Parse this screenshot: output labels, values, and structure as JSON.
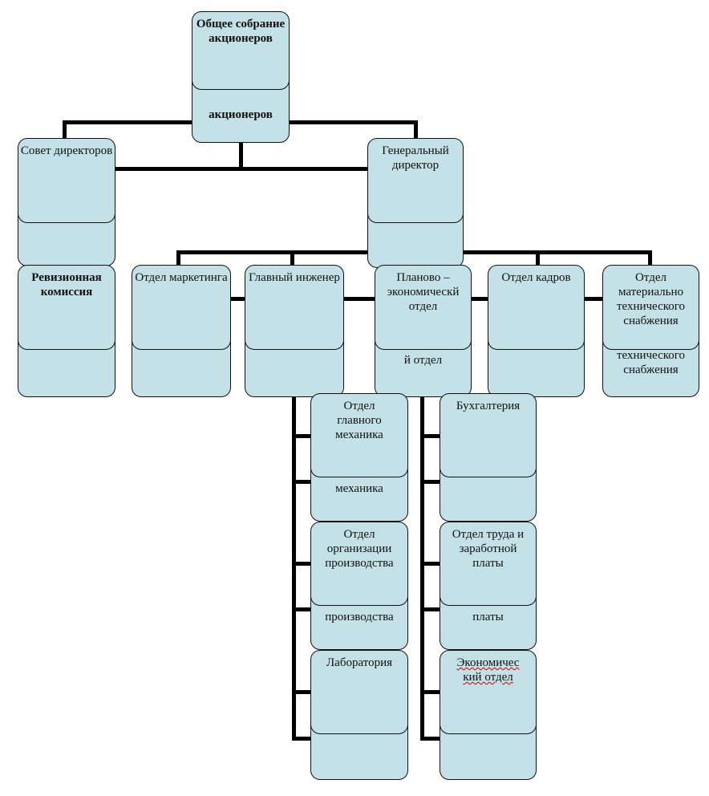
{
  "nodes": {
    "shareholders": {
      "label": "Общее собрание акционеров",
      "overflow": "акционеров"
    },
    "board": {
      "label": "Совет директоров"
    },
    "ceo": {
      "label": "Генеральный директор"
    },
    "audit": {
      "label": "Ревизионная комиссия"
    },
    "marketing": {
      "label": "Отдел маркетинга"
    },
    "chief_engineer": {
      "label": "Главный инженер"
    },
    "planning": {
      "label": "Планово – экономическй отдел",
      "overflow": "й отдел"
    },
    "hr": {
      "label": "Отдел кадров"
    },
    "supply": {
      "label": "Отдел материально технического снабжения",
      "overflow": "технического снабжения"
    },
    "chief_mechanic": {
      "label": "Отдел главного механика",
      "overflow": "механика"
    },
    "production_org": {
      "label": "Отдел организации производства",
      "overflow": "производства"
    },
    "laboratory": {
      "label": "Лаборатория"
    },
    "accounting": {
      "label": "Бухгалтерия"
    },
    "labor_wages": {
      "label": "Отдел труда и заработной платы",
      "overflow": "платы"
    },
    "economic": {
      "label": "Экономичес кий отдел"
    }
  },
  "colors": {
    "box_fill": "#c3e1e6",
    "line": "#000000"
  }
}
